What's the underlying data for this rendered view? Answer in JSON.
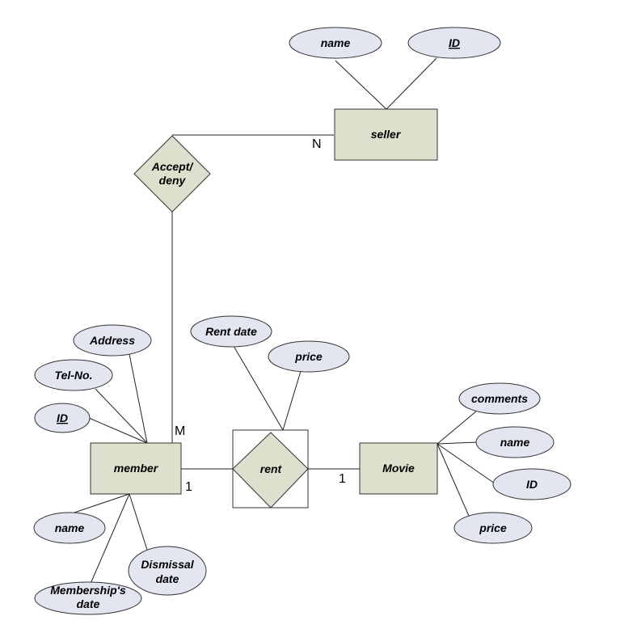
{
  "entities": {
    "seller": "seller",
    "member": "member",
    "movie": "Movie"
  },
  "relationships": {
    "accept_deny": [
      "Accept/",
      "deny"
    ],
    "rent": "rent"
  },
  "attributes": {
    "seller": {
      "name": "name",
      "id": "ID"
    },
    "member": {
      "address": "Address",
      "tel_no": "Tel-No.",
      "id": "ID",
      "name": "name",
      "dismissal_date": [
        "Dismissal",
        "date"
      ],
      "membership_date": [
        "Membership's",
        "date"
      ]
    },
    "rent": {
      "rent_date": "Rent date",
      "price": "price"
    },
    "movie": {
      "comments": "comments",
      "name": "name",
      "id": "ID",
      "price": "price"
    }
  },
  "cardinalities": {
    "seller_side": "N",
    "member_accept_side": "M",
    "member_rent_side": "1",
    "movie_rent_side": "1"
  },
  "colors": {
    "entity_fill": "#dde0cc",
    "attribute_fill": "#e3e6f1",
    "stroke": "#333333"
  }
}
